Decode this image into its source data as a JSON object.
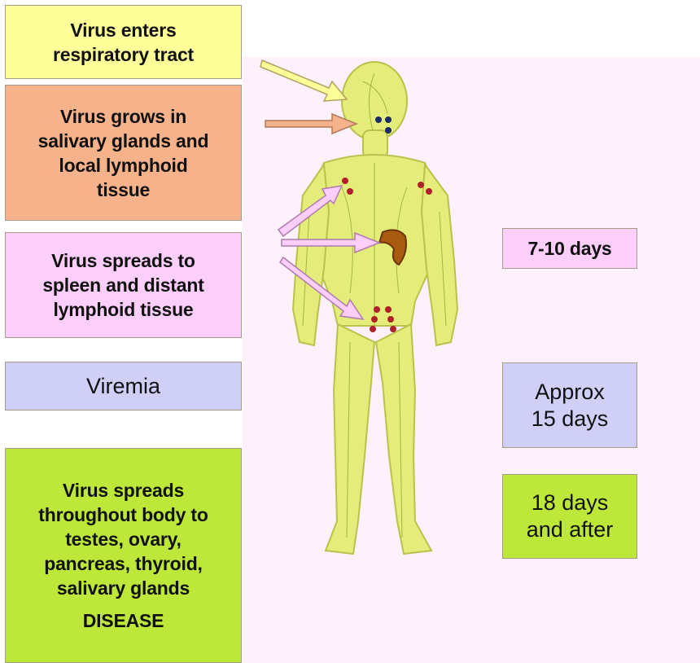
{
  "stages": {
    "enters": "Virus enters\nrespiratory tract",
    "grows": "Virus grows in\nsalivary glands and\nlocal lymphoid\ntissue",
    "spreads": "Virus spreads to\nspleen and distant\nlymphoid tissue",
    "viremia": "Viremia",
    "body": "Virus spreads\nthroughout body to\ntestes, ovary,\npancreas, thyroid,\nsalivary glands",
    "disease": "DISEASE"
  },
  "timeline": {
    "t1": "7-10 days",
    "t2": "Approx\n15 days",
    "t3": "18 days\nand after"
  },
  "colors": {
    "yellow": "#ffff99",
    "orange": "#f6b28a",
    "pink": "#fccefa",
    "lavender": "#cfcff7",
    "green": "#bde83a",
    "body": "#e4ec7a",
    "node_red": "#b0202a",
    "node_blue": "#1a2a6a",
    "spleen": "#a85a10"
  }
}
